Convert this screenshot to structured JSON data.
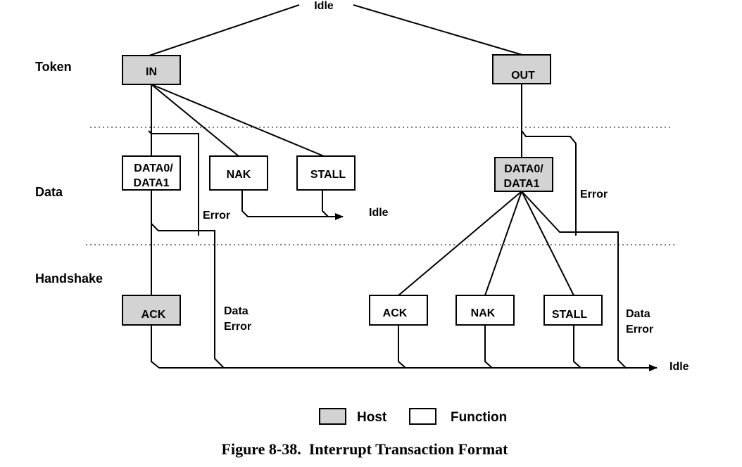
{
  "idle": "Idle",
  "phases": {
    "token": "Token",
    "data": "Data",
    "handshake": "Handshake"
  },
  "packets": {
    "in_token": "IN",
    "out_token": "OUT",
    "in_data_line1": "DATA0/",
    "in_data_line2": "DATA1",
    "in_nak": "NAK",
    "in_stall": "STALL",
    "in_ack": "ACK",
    "out_data_line1": "DATA0/",
    "out_data_line2": "DATA1",
    "out_ack": "ACK",
    "out_nak": "NAK",
    "out_stall": "STALL"
  },
  "labels": {
    "error": "Error",
    "data_error_line1": "Data",
    "data_error_line2": "Error"
  },
  "legend": {
    "host": "Host",
    "function": "Function"
  },
  "caption": "Figure 8-38.  Interrupt Transaction Format",
  "colors": {
    "host_fill": "#d3d3d3",
    "function_fill": "#ffffff"
  }
}
